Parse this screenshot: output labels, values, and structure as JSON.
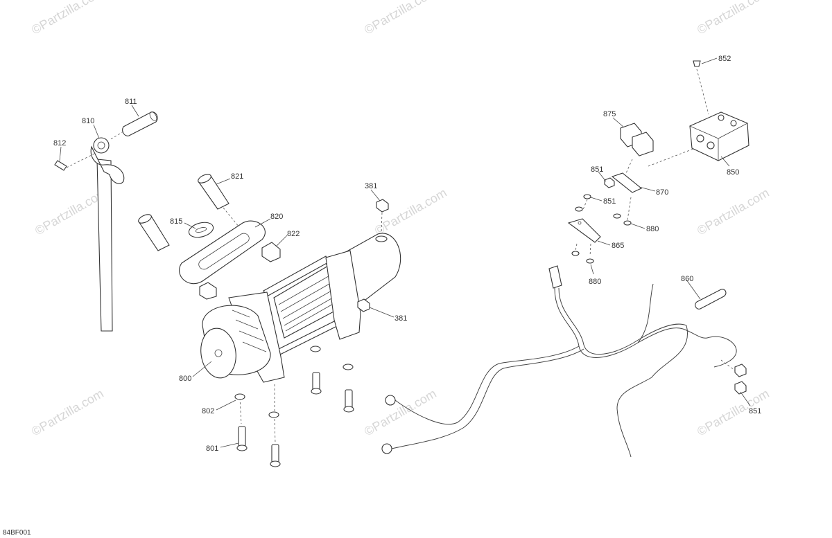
{
  "diagram": {
    "code": "84BF001",
    "watermark": "©Partzilla.com",
    "callouts": [
      {
        "id": "c811",
        "text": "811"
      },
      {
        "id": "c810",
        "text": "810"
      },
      {
        "id": "c812",
        "text": "812"
      },
      {
        "id": "c821",
        "text": "821"
      },
      {
        "id": "c815",
        "text": "815"
      },
      {
        "id": "c820",
        "text": "820"
      },
      {
        "id": "c822",
        "text": "822"
      },
      {
        "id": "c381a",
        "text": "381"
      },
      {
        "id": "c381b",
        "text": "381"
      },
      {
        "id": "c800",
        "text": "800"
      },
      {
        "id": "c802",
        "text": "802"
      },
      {
        "id": "c801",
        "text": "801"
      },
      {
        "id": "c852",
        "text": "852"
      },
      {
        "id": "c875",
        "text": "875"
      },
      {
        "id": "c850",
        "text": "850"
      },
      {
        "id": "c851a",
        "text": "851"
      },
      {
        "id": "c870",
        "text": "870"
      },
      {
        "id": "c851b",
        "text": "851"
      },
      {
        "id": "c880a",
        "text": "880"
      },
      {
        "id": "c865",
        "text": "865"
      },
      {
        "id": "c880b",
        "text": "880"
      },
      {
        "id": "c860",
        "text": "860"
      },
      {
        "id": "c851c",
        "text": "851"
      }
    ]
  }
}
